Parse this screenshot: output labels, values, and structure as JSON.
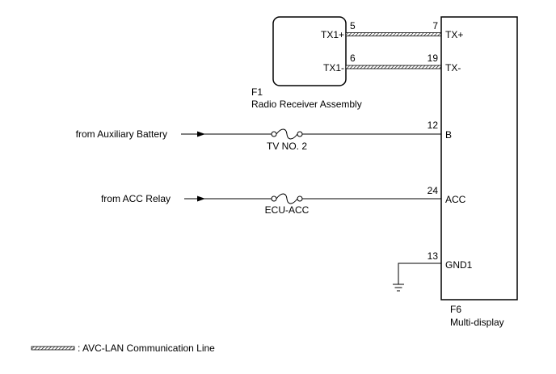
{
  "radio": {
    "connector": "F1",
    "name": "Radio Receiver Assembly",
    "pins": [
      {
        "num": "5",
        "label": "TX1+"
      },
      {
        "num": "6",
        "label": "TX1-"
      }
    ]
  },
  "display": {
    "connector": "F6",
    "name": "Multi-display",
    "pins": [
      {
        "num": "7",
        "label": "TX+"
      },
      {
        "num": "19",
        "label": "TX-"
      },
      {
        "num": "12",
        "label": "B"
      },
      {
        "num": "24",
        "label": "ACC"
      },
      {
        "num": "13",
        "label": "GND1"
      }
    ]
  },
  "sources": [
    {
      "label": "from Auxiliary Battery",
      "fuse": "TV NO. 2"
    },
    {
      "label": "from ACC Relay",
      "fuse": "ECU-ACC"
    }
  ],
  "legend": {
    "text": ": AVC-LAN Communication Line"
  },
  "colors": {
    "line": "#000000",
    "hatch_fill": "#ffffff"
  }
}
